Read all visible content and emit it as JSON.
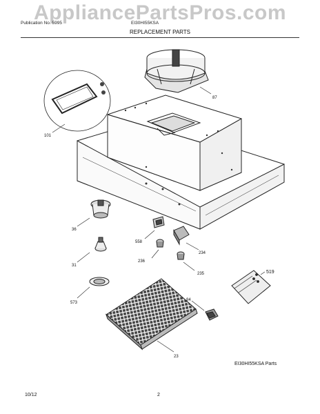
{
  "watermark": "AppliancePartsPros.com",
  "header": {
    "left_text": "Publication No. 5995",
    "right_text": "EI30HI55KSA",
    "title": "REPLACEMENT PARTS"
  },
  "callouts": [
    "87",
    "101",
    "36",
    "558",
    "234",
    "31",
    "236",
    "235",
    "519",
    "573",
    "84",
    "23"
  ],
  "model_caption": "EI30HI55KSA Parts",
  "footer": {
    "date": "10/12",
    "page": "2"
  },
  "colors": {
    "line": "#222222",
    "watermark": "#c8c8c8"
  }
}
